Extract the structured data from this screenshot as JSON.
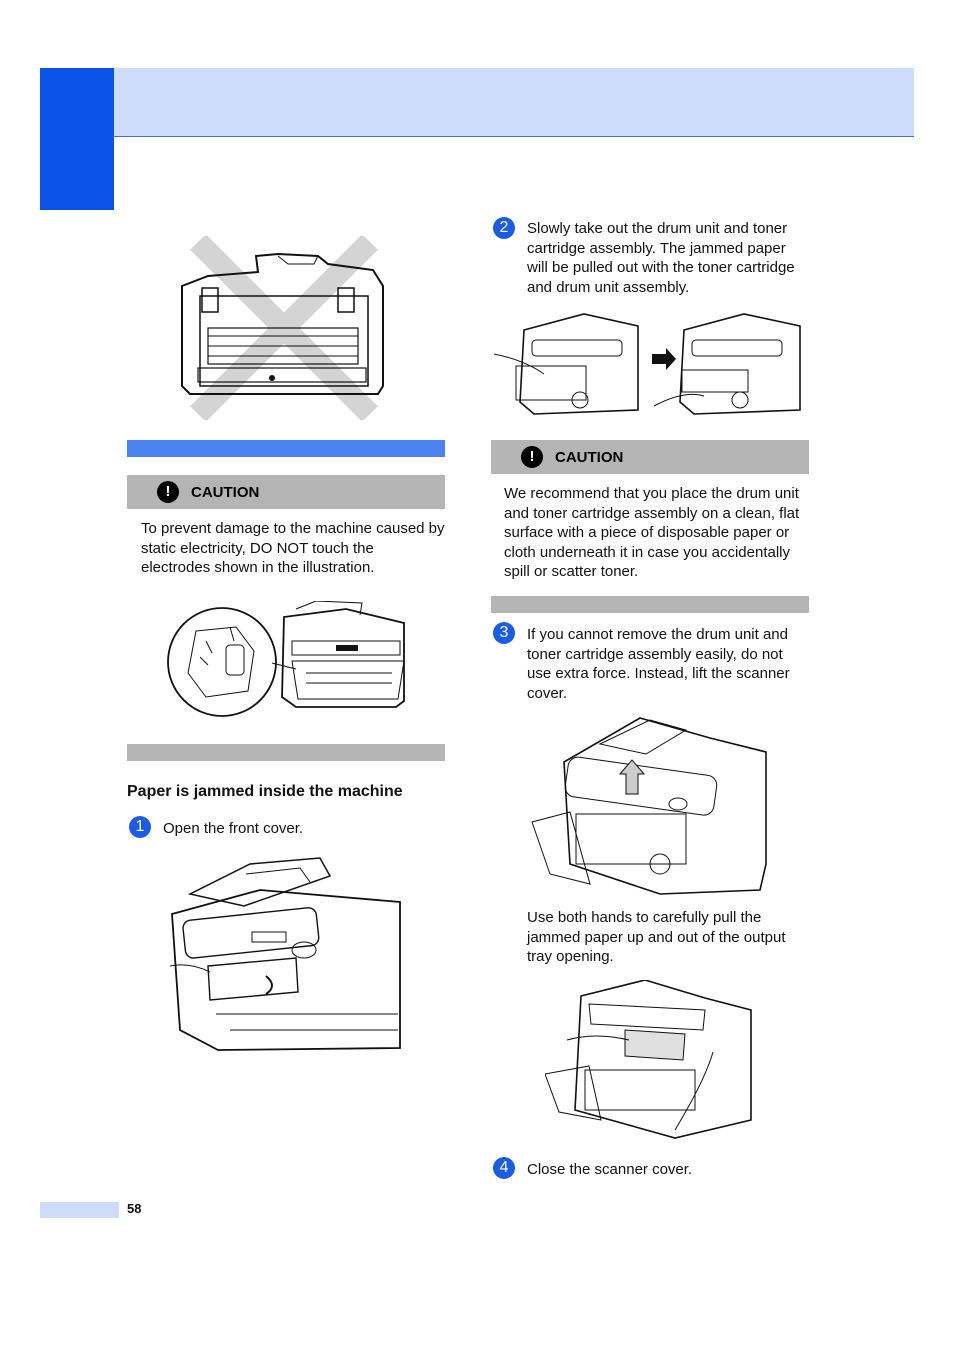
{
  "page": {
    "number": "58"
  },
  "left_column": {
    "caution": {
      "label": "CAUTION",
      "icon": "exclamation-icon",
      "text": "To prevent damage to the machine caused by static electricity, DO NOT touch the electrodes shown in the illustration."
    },
    "section_heading": "Paper is jammed inside the machine",
    "steps": [
      {
        "number": "1",
        "text": "Open the front cover."
      }
    ]
  },
  "right_column": {
    "steps": [
      {
        "number": "2",
        "text": "Slowly take out the drum unit and toner cartridge assembly. The jammed paper will be pulled out with the toner cartridge and drum unit assembly."
      },
      {
        "number": "3",
        "text": "If you cannot remove the drum unit and toner cartridge assembly easily, do not use extra force. Instead, lift the scanner cover."
      },
      {
        "number": "4",
        "text": "Close the scanner cover."
      }
    ],
    "caution": {
      "label": "CAUTION",
      "icon": "exclamation-icon",
      "text": "We recommend that you place the drum unit and toner cartridge assembly on a clean, flat surface with a piece of disposable paper or cloth underneath it in case you accidentally spill or scatter toner."
    },
    "step3_followup": "Use both hands to carefully pull the jammed paper up and out of the output tray opening."
  },
  "colors": {
    "header_band": "#cddcfb",
    "header_block": "#0a52e8",
    "accent_bar": "#4a82f0",
    "gray_bar": "#b4b4b4",
    "step_circle": "#1a5ce6"
  }
}
